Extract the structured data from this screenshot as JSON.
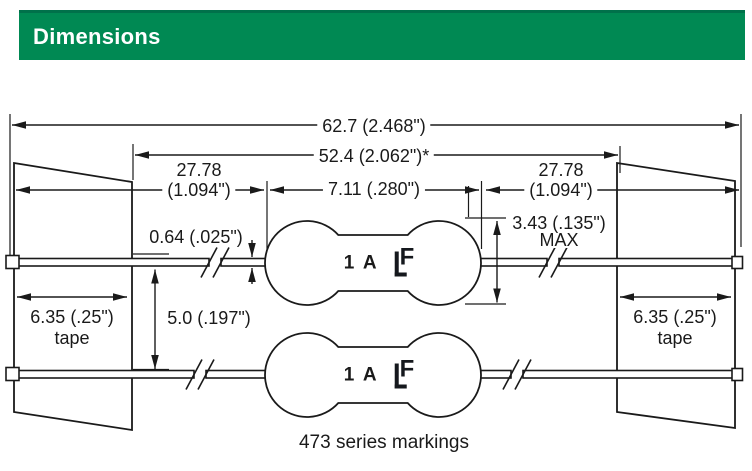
{
  "title": {
    "text": "Dimensions"
  },
  "labels": {
    "overall_length": "62.7 (2.468\")",
    "inner_length": "52.4 (2.062\")*",
    "lead_length_top": "27.78",
    "lead_length_bottom": "(1.094\")",
    "body_length": "7.11 (.280\")",
    "wire_diameter": "0.64 (.025\")",
    "body_diameter": "3.43 (.135\")",
    "body_diameter_max": "MAX",
    "lead_spacing": "5.0 (.197\")",
    "tape_width": "6.35 (.25\")",
    "tape_word": "tape",
    "caption": "473 series markings"
  },
  "fuse": {
    "marking": "1 A",
    "logo_letter": "F"
  },
  "colors": {
    "header_green": "#008953",
    "header_green_dark": "#00714a",
    "line": "#1a1a1a"
  }
}
